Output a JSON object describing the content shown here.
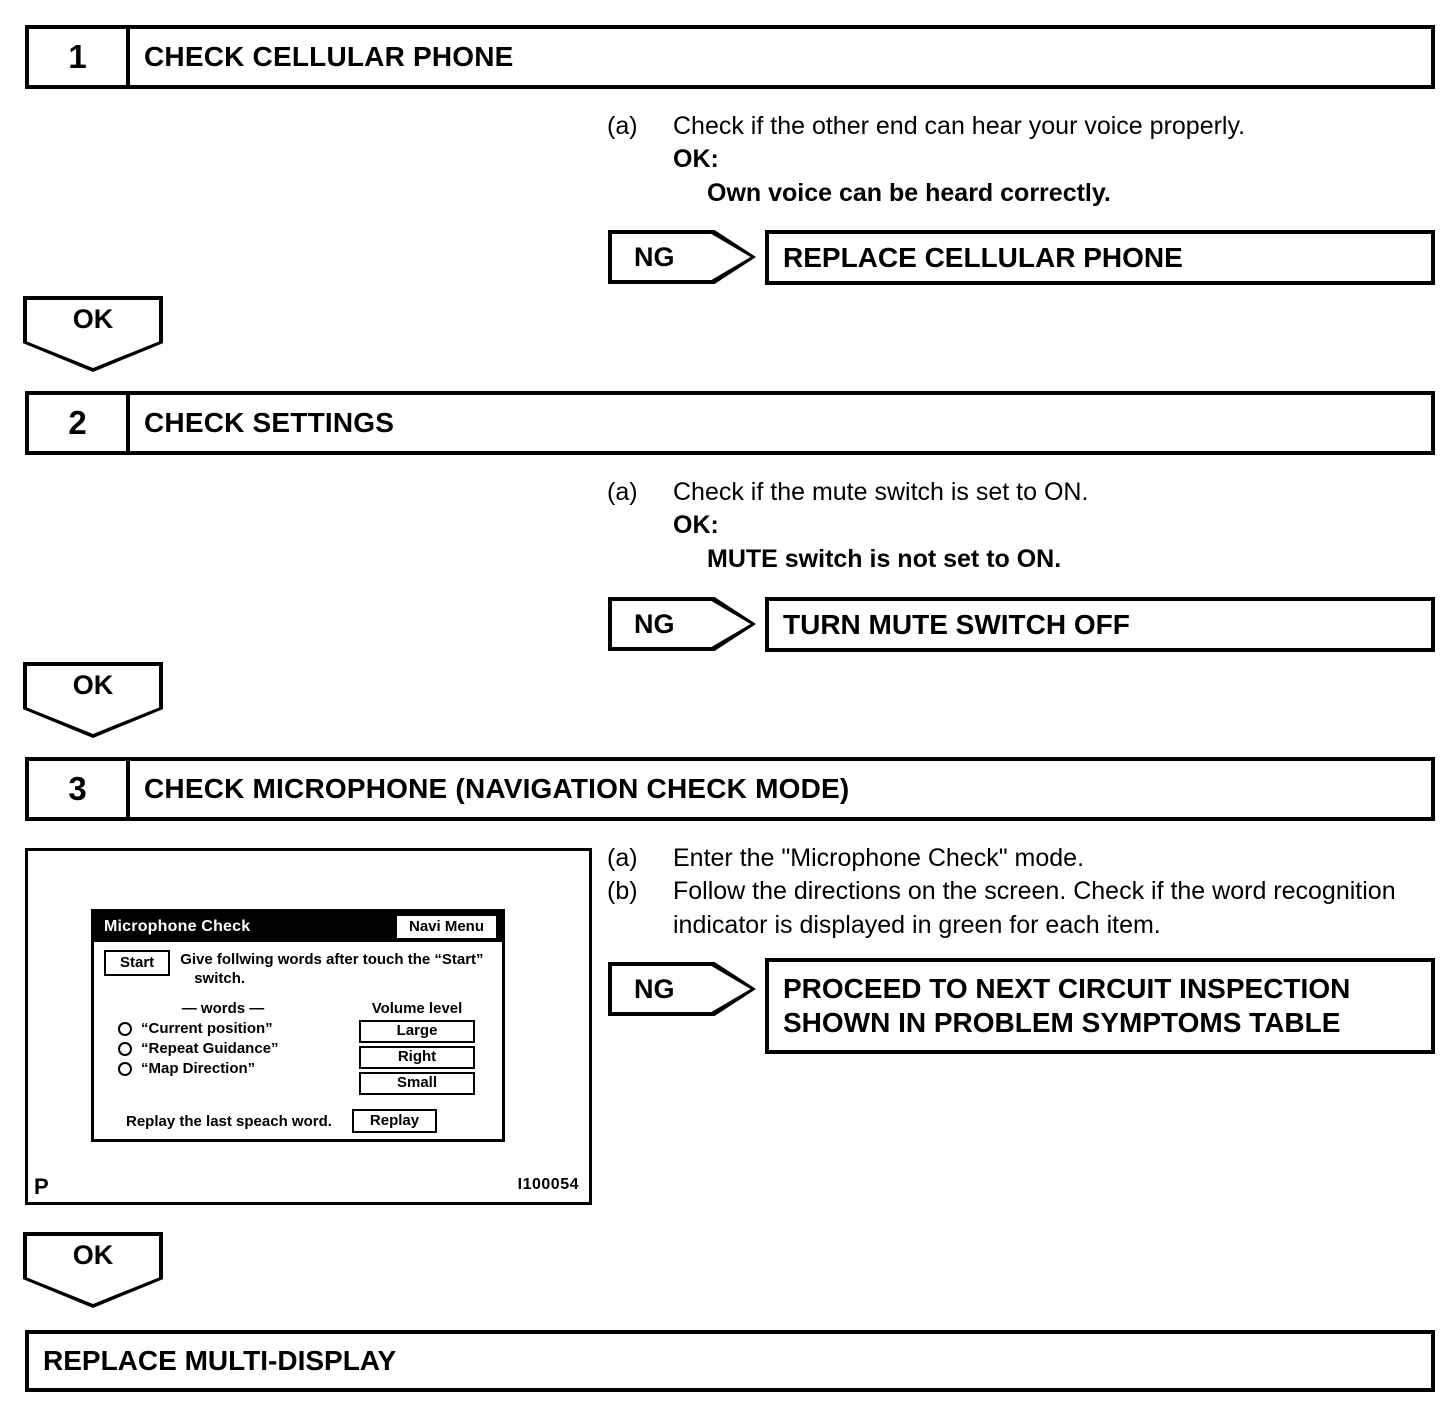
{
  "steps": [
    {
      "number": "1",
      "title": "CHECK CELLULAR PHONE",
      "instructions": [
        {
          "marker": "(a)",
          "text": "Check if the other end can hear your voice properly."
        }
      ],
      "ok_label": "OK:",
      "ok_value": "Own voice can be heard correctly.",
      "ng_label": "NG",
      "ng_action": "REPLACE CELLULAR PHONE",
      "ok_flag": "OK"
    },
    {
      "number": "2",
      "title": "CHECK SETTINGS",
      "instructions": [
        {
          "marker": "(a)",
          "text": "Check if the mute switch is set to ON."
        }
      ],
      "ok_label": "OK:",
      "ok_value": "MUTE switch is not set to ON.",
      "ng_label": "NG",
      "ng_action": "TURN MUTE SWITCH OFF",
      "ok_flag": "OK"
    },
    {
      "number": "3",
      "title": "CHECK MICROPHONE (NAVIGATION CHECK MODE)",
      "instructions": [
        {
          "marker": "(a)",
          "text": "Enter the \"Microphone Check\" mode."
        },
        {
          "marker": "(b)",
          "text": "Follow the directions on the screen. Check if the word recognition indicator is displayed in green for each item."
        }
      ],
      "ng_label": "NG",
      "ng_action_line1": "PROCEED TO NEXT CIRCUIT INSPECTION",
      "ng_action_line2": "SHOWN IN PROBLEM SYMPTOMS TABLE",
      "ok_flag": "OK"
    }
  ],
  "illustration": {
    "caption_left": "P",
    "caption_right": "I100054",
    "screen": {
      "title": "Microphone Check",
      "navi_menu_button": "Navi Menu",
      "start_button": "Start",
      "start_description_line1": "Give follwing words after touch the “Start”",
      "start_description_line2": "switch.",
      "words_heading": "— words —",
      "volume_heading": "Volume level",
      "words": [
        "“Current position”",
        "“Repeat Guidance”",
        "“Map Direction”"
      ],
      "volume_levels": [
        "Large",
        "Right",
        "Small"
      ],
      "replay_label": "Replay the last speach word.",
      "replay_button": "Replay"
    }
  },
  "final_action": "REPLACE MULTI-DISPLAY"
}
